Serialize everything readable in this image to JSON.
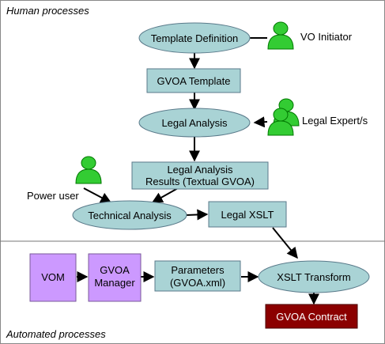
{
  "sections": {
    "top": "Human processes",
    "bottom": "Automated processes"
  },
  "ellipses": {
    "template_definition": "Template Definition",
    "legal_analysis": "Legal Analysis",
    "technical_analysis": "Technical Analysis",
    "xslt_transform": "XSLT Transform"
  },
  "boxes": {
    "gvoa_template": "GVOA Template",
    "legal_results_line1": "Legal Analysis",
    "legal_results_line2": "Results (Textual GVOA)",
    "legal_xslt": "Legal XSLT",
    "parameters_line1": "Parameters",
    "parameters_line2": "(GVOA.xml)",
    "vom": "VOM",
    "gvoa_manager_line1": "GVOA",
    "gvoa_manager_line2": "Manager",
    "gvoa_contract": "GVOA Contract"
  },
  "actors": {
    "vo_initiator": "VO Initiator",
    "legal_experts": "Legal Expert/s",
    "power_user": "Power user"
  },
  "colors": {
    "ellipse_fill": "#a9d3d5",
    "box_fill": "#a9d3d5",
    "automation_fill": "#cc99ff",
    "contract_fill": "#8b0000",
    "actor_fill": "#33cc33",
    "actor_stroke": "#007700"
  }
}
